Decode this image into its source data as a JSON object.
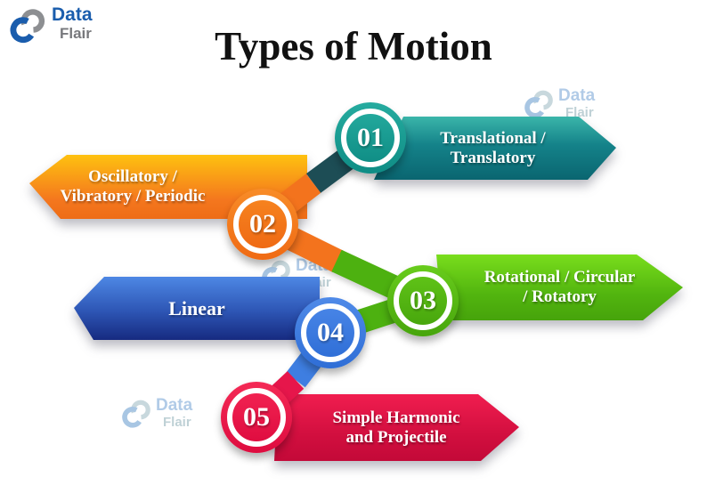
{
  "brand": {
    "part1": "Data",
    "part2": "Flair",
    "blue": "#1a5dad",
    "gray": "#77787c"
  },
  "title": "Types of Motion",
  "items": [
    {
      "number": "01",
      "line1": "Translational /",
      "line2": "Translatory",
      "color": "#12968d",
      "band_color": "#1d4d55"
    },
    {
      "number": "02",
      "line1": "Oscillatory /",
      "line2": "Vibratory / Periodic",
      "color": "#f3731d",
      "band_color": "#f3731d"
    },
    {
      "number": "03",
      "line1": "Rotational / Circular",
      "line2": "/ Rotatory",
      "color": "#52b112",
      "band_color": "#4db110"
    },
    {
      "number": "04",
      "line1": "Linear",
      "line2": "",
      "color": "#3e7ee1",
      "band_color": "#3e7ee1"
    },
    {
      "number": "05",
      "line1": "Simple Harmonic",
      "line2": "and Projectile",
      "color": "#ec1749",
      "band_color": "#e6164b"
    }
  ],
  "watermark": {
    "part1": "Data",
    "part2": "Flair"
  }
}
